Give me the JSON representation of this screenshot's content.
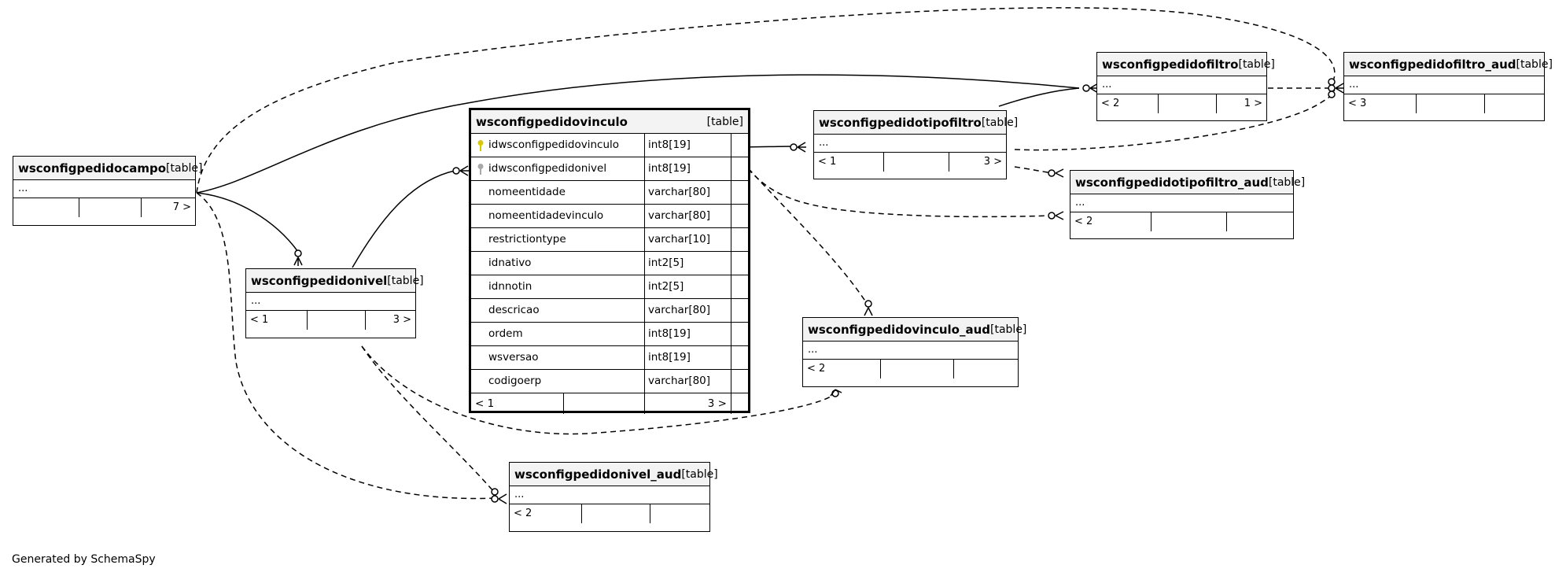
{
  "main_table": {
    "name": "wsconfigpedidovinculo",
    "type": "[table]",
    "columns": [
      {
        "name": "idwsconfigpedidovinculo",
        "type": "int8[19]",
        "key": "primary-key-icon"
      },
      {
        "name": "idwsconfigpedidonivel",
        "type": "int8[19]",
        "key": "foreign-key-icon"
      },
      {
        "name": "nomeentidade",
        "type": "varchar[80]"
      },
      {
        "name": "nomeentidadevinculo",
        "type": "varchar[80]"
      },
      {
        "name": "restrictiontype",
        "type": "varchar[10]"
      },
      {
        "name": "idnativo",
        "type": "int2[5]"
      },
      {
        "name": "idnnotin",
        "type": "int2[5]"
      },
      {
        "name": "descricao",
        "type": "varchar[80]"
      },
      {
        "name": "ordem",
        "type": "int8[19]"
      },
      {
        "name": "wsversao",
        "type": "int8[19]"
      },
      {
        "name": "codigoerp",
        "type": "varchar[80]"
      }
    ],
    "footer": {
      "left": "< 1",
      "right": "3 >"
    }
  },
  "tables": {
    "campo": {
      "name": "wsconfigpedidocampo",
      "type": "[table]",
      "body": "...",
      "left": "",
      "right": "7 >"
    },
    "nivel": {
      "name": "wsconfigpedidonivel",
      "type": "[table]",
      "body": "...",
      "left": "< 1",
      "right": "3 >"
    },
    "nivel_aud": {
      "name": "wsconfigpedidonivel_aud",
      "type": "[table]",
      "body": "...",
      "left": "< 2",
      "right": ""
    },
    "vinculo_aud": {
      "name": "wsconfigpedidovinculo_aud",
      "type": "[table]",
      "body": "...",
      "left": "< 2",
      "right": ""
    },
    "tipofiltro": {
      "name": "wsconfigpedidotipofiltro",
      "type": "[table]",
      "body": "...",
      "left": "< 1",
      "right": "3 >"
    },
    "tipofiltro_aud": {
      "name": "wsconfigpedidotipofiltro_aud",
      "type": "[table]",
      "body": "...",
      "left": "< 2",
      "right": ""
    },
    "filtro": {
      "name": "wsconfigpedidofiltro",
      "type": "[table]",
      "body": "...",
      "left": "< 2",
      "right": "1 >"
    },
    "filtro_aud": {
      "name": "wsconfigpedidofiltro_aud",
      "type": "[table]",
      "body": "...",
      "left": "< 3",
      "right": ""
    }
  },
  "footer_text": "Generated by SchemaSpy",
  "colors": {
    "primary_key": "#d8c800",
    "foreign_key": "#a8a8a8",
    "header_bg": "#f3f3f3"
  }
}
